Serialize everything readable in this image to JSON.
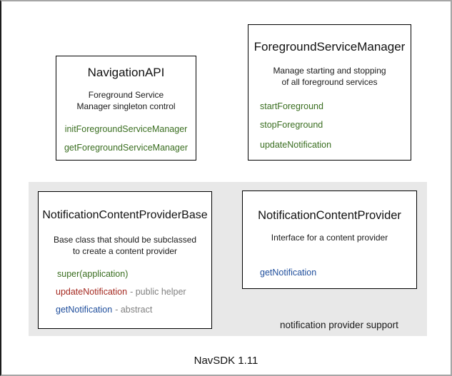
{
  "window": {
    "caption": "NavSDK 1.11"
  },
  "colors": {
    "method_green": "#3a6e20",
    "method_red": "#a52a21",
    "method_blue": "#1f4e9c",
    "note_gray": "#808080",
    "group_background": "#e8e8e8",
    "box_border": "#000000"
  },
  "boxes": {
    "navigation_api": {
      "title": "NavigationAPI",
      "description": [
        "Foreground Service",
        "Manager singleton control"
      ],
      "methods": [
        {
          "name": "initForegroundServiceManager"
        },
        {
          "name": "getForegroundServiceManager"
        }
      ]
    },
    "foreground_service_manager": {
      "title": "ForegroundServiceManager",
      "description": [
        "Manage starting and stopping",
        "of all foreground services"
      ],
      "methods": [
        {
          "name": "startForeground"
        },
        {
          "name": "stopForeground"
        },
        {
          "name": "updateNotification"
        }
      ]
    },
    "notification_content_provider_base": {
      "title": "NotificationContentProviderBase",
      "description": [
        "Base class that should be subclassed",
        "to create a content provider"
      ],
      "methods": [
        {
          "name": "super(application)",
          "note": ""
        },
        {
          "name": "updateNotification",
          "note": "- public helper"
        },
        {
          "name": "getNotification",
          "note": "- abstract"
        }
      ]
    },
    "notification_content_provider": {
      "title": "NotificationContentProvider",
      "description": [
        "Interface for a content provider"
      ],
      "methods": [
        {
          "name": "getNotification"
        }
      ]
    }
  },
  "group": {
    "label": "notification provider support"
  }
}
